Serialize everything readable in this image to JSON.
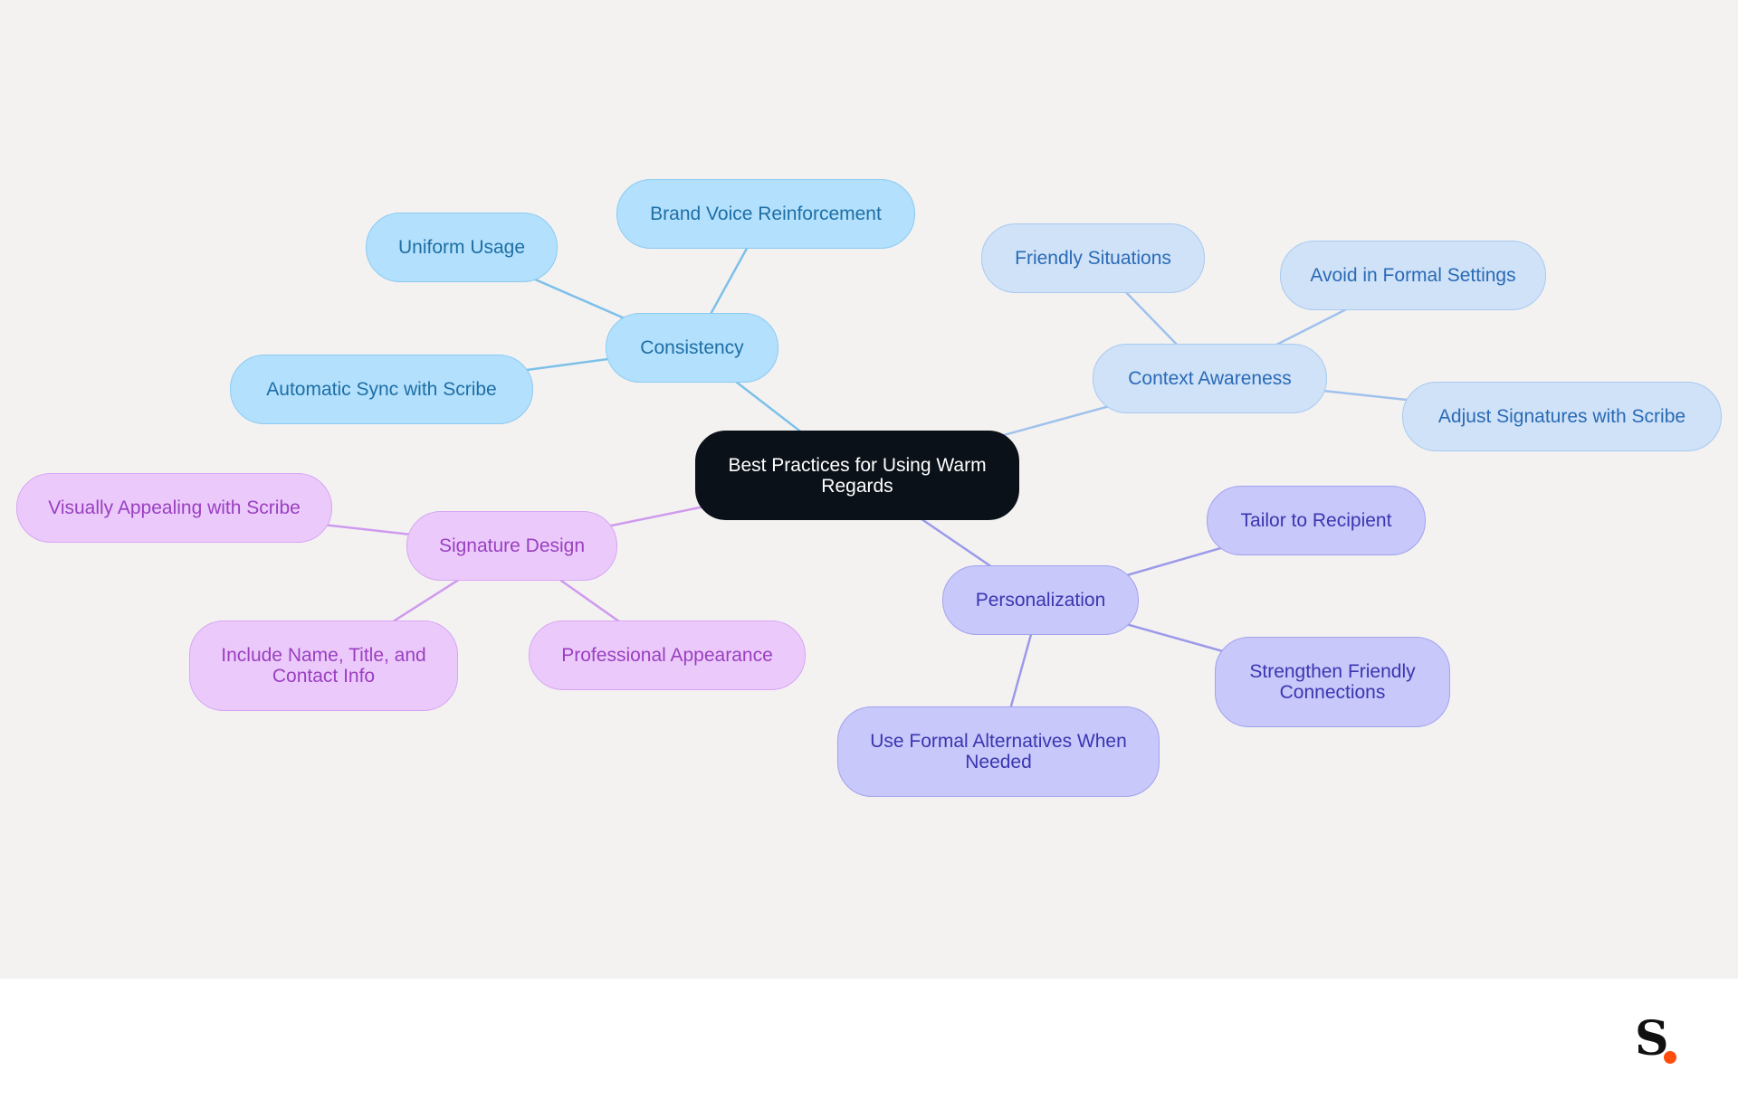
{
  "mindmap": {
    "root": "Best Practices for Using Warm Regards",
    "branches": {
      "consistency": {
        "label": "Consistency",
        "children": [
          "Brand Voice Reinforcement",
          "Uniform Usage",
          "Automatic Sync with Scribe"
        ]
      },
      "context_awareness": {
        "label": "Context Awareness",
        "children": [
          "Friendly Situations",
          "Avoid in Formal Settings",
          "Adjust Signatures with Scribe"
        ]
      },
      "personalization": {
        "label": "Personalization",
        "children": [
          "Tailor to Recipient",
          "Strengthen Friendly Connections",
          "Use Formal Alternatives When Needed"
        ]
      },
      "signature_design": {
        "label": "Signature Design",
        "children": [
          "Visually Appealing with Scribe",
          "Include Name, Title, and Contact Info",
          "Professional Appearance"
        ]
      }
    }
  },
  "colors": {
    "canvas_background": "#f3f2f1",
    "root_fill": "#0b1119",
    "consistency_fill": "#b3e0fc",
    "consistency_line": "#7cc0ea",
    "context_fill": "#cfe2f8",
    "context_line": "#9fc1ec",
    "personalization_fill": "#c8c8fb",
    "personalization_line": "#9c9ae8",
    "signature_fill": "#ebcafb",
    "signature_line": "#cf9aef",
    "logo_dot": "#ff4d0c"
  },
  "footer": {
    "logo_letter": "S",
    "logo_icon": "scribe-logo-icon"
  }
}
